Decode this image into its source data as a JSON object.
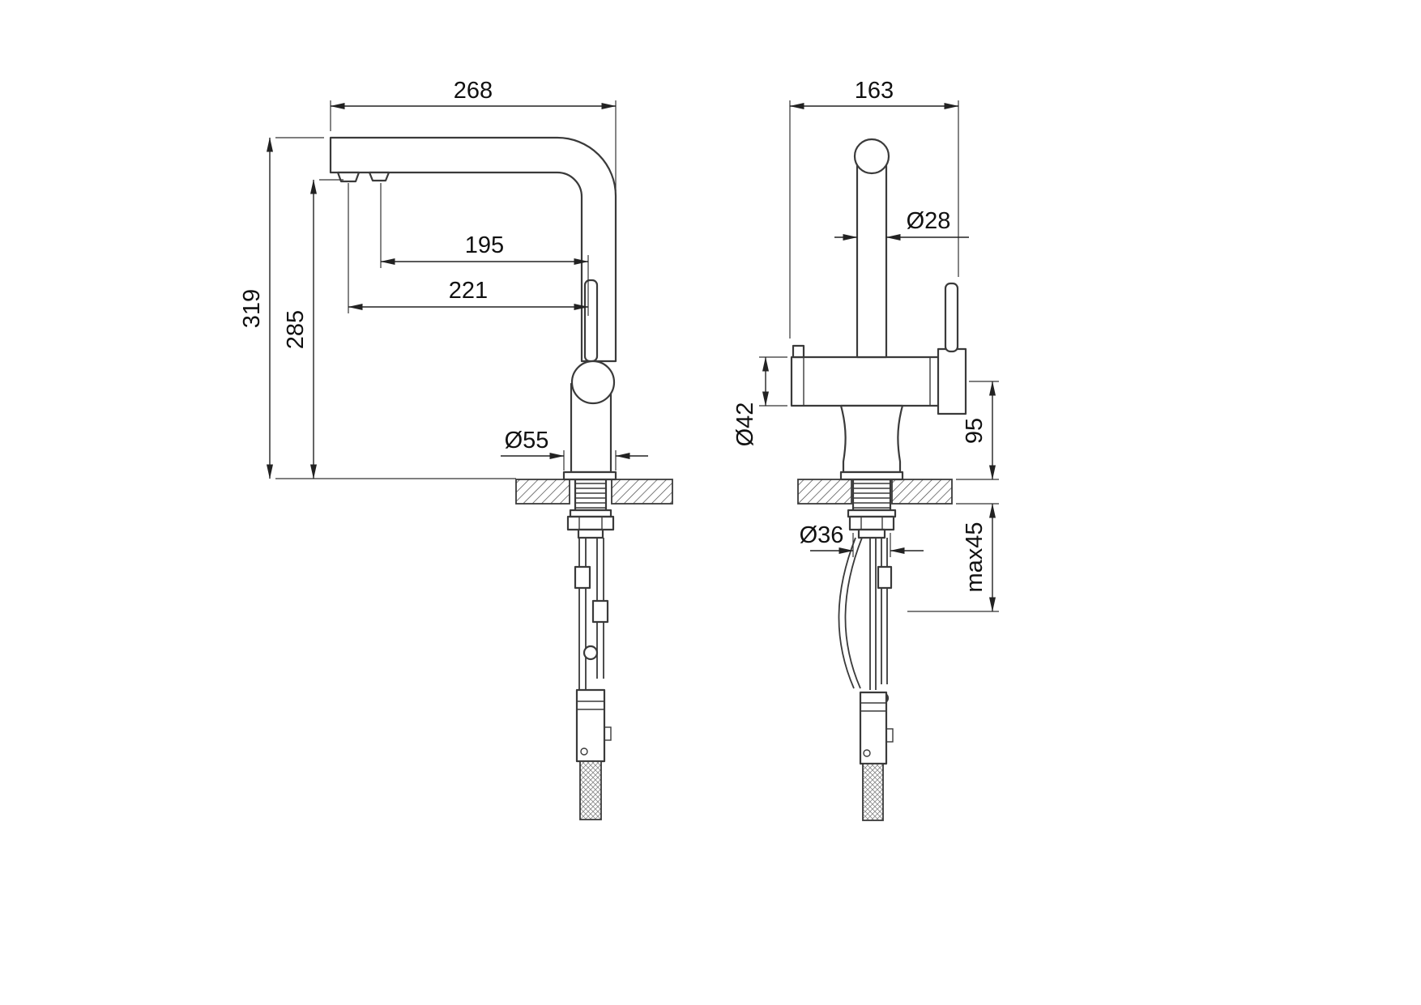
{
  "drawing": {
    "type": "faucet-installation-dimensions",
    "colors": {
      "outline": "#3a3a3a",
      "dimension": "#222222",
      "text": "#111111"
    }
  },
  "views": {
    "side": {
      "dims": {
        "total_width": "268",
        "total_height": "319",
        "spout_height": "285",
        "reach_inner": "195",
        "reach_outer": "221",
        "base_diameter": "Ø55"
      }
    },
    "front": {
      "dims": {
        "total_width": "163",
        "pipe_diameter": "Ø28",
        "body_diameter": "Ø42",
        "outlet_height": "95",
        "shank_diameter": "Ø36",
        "max_counter_thickness": "max45"
      }
    }
  }
}
